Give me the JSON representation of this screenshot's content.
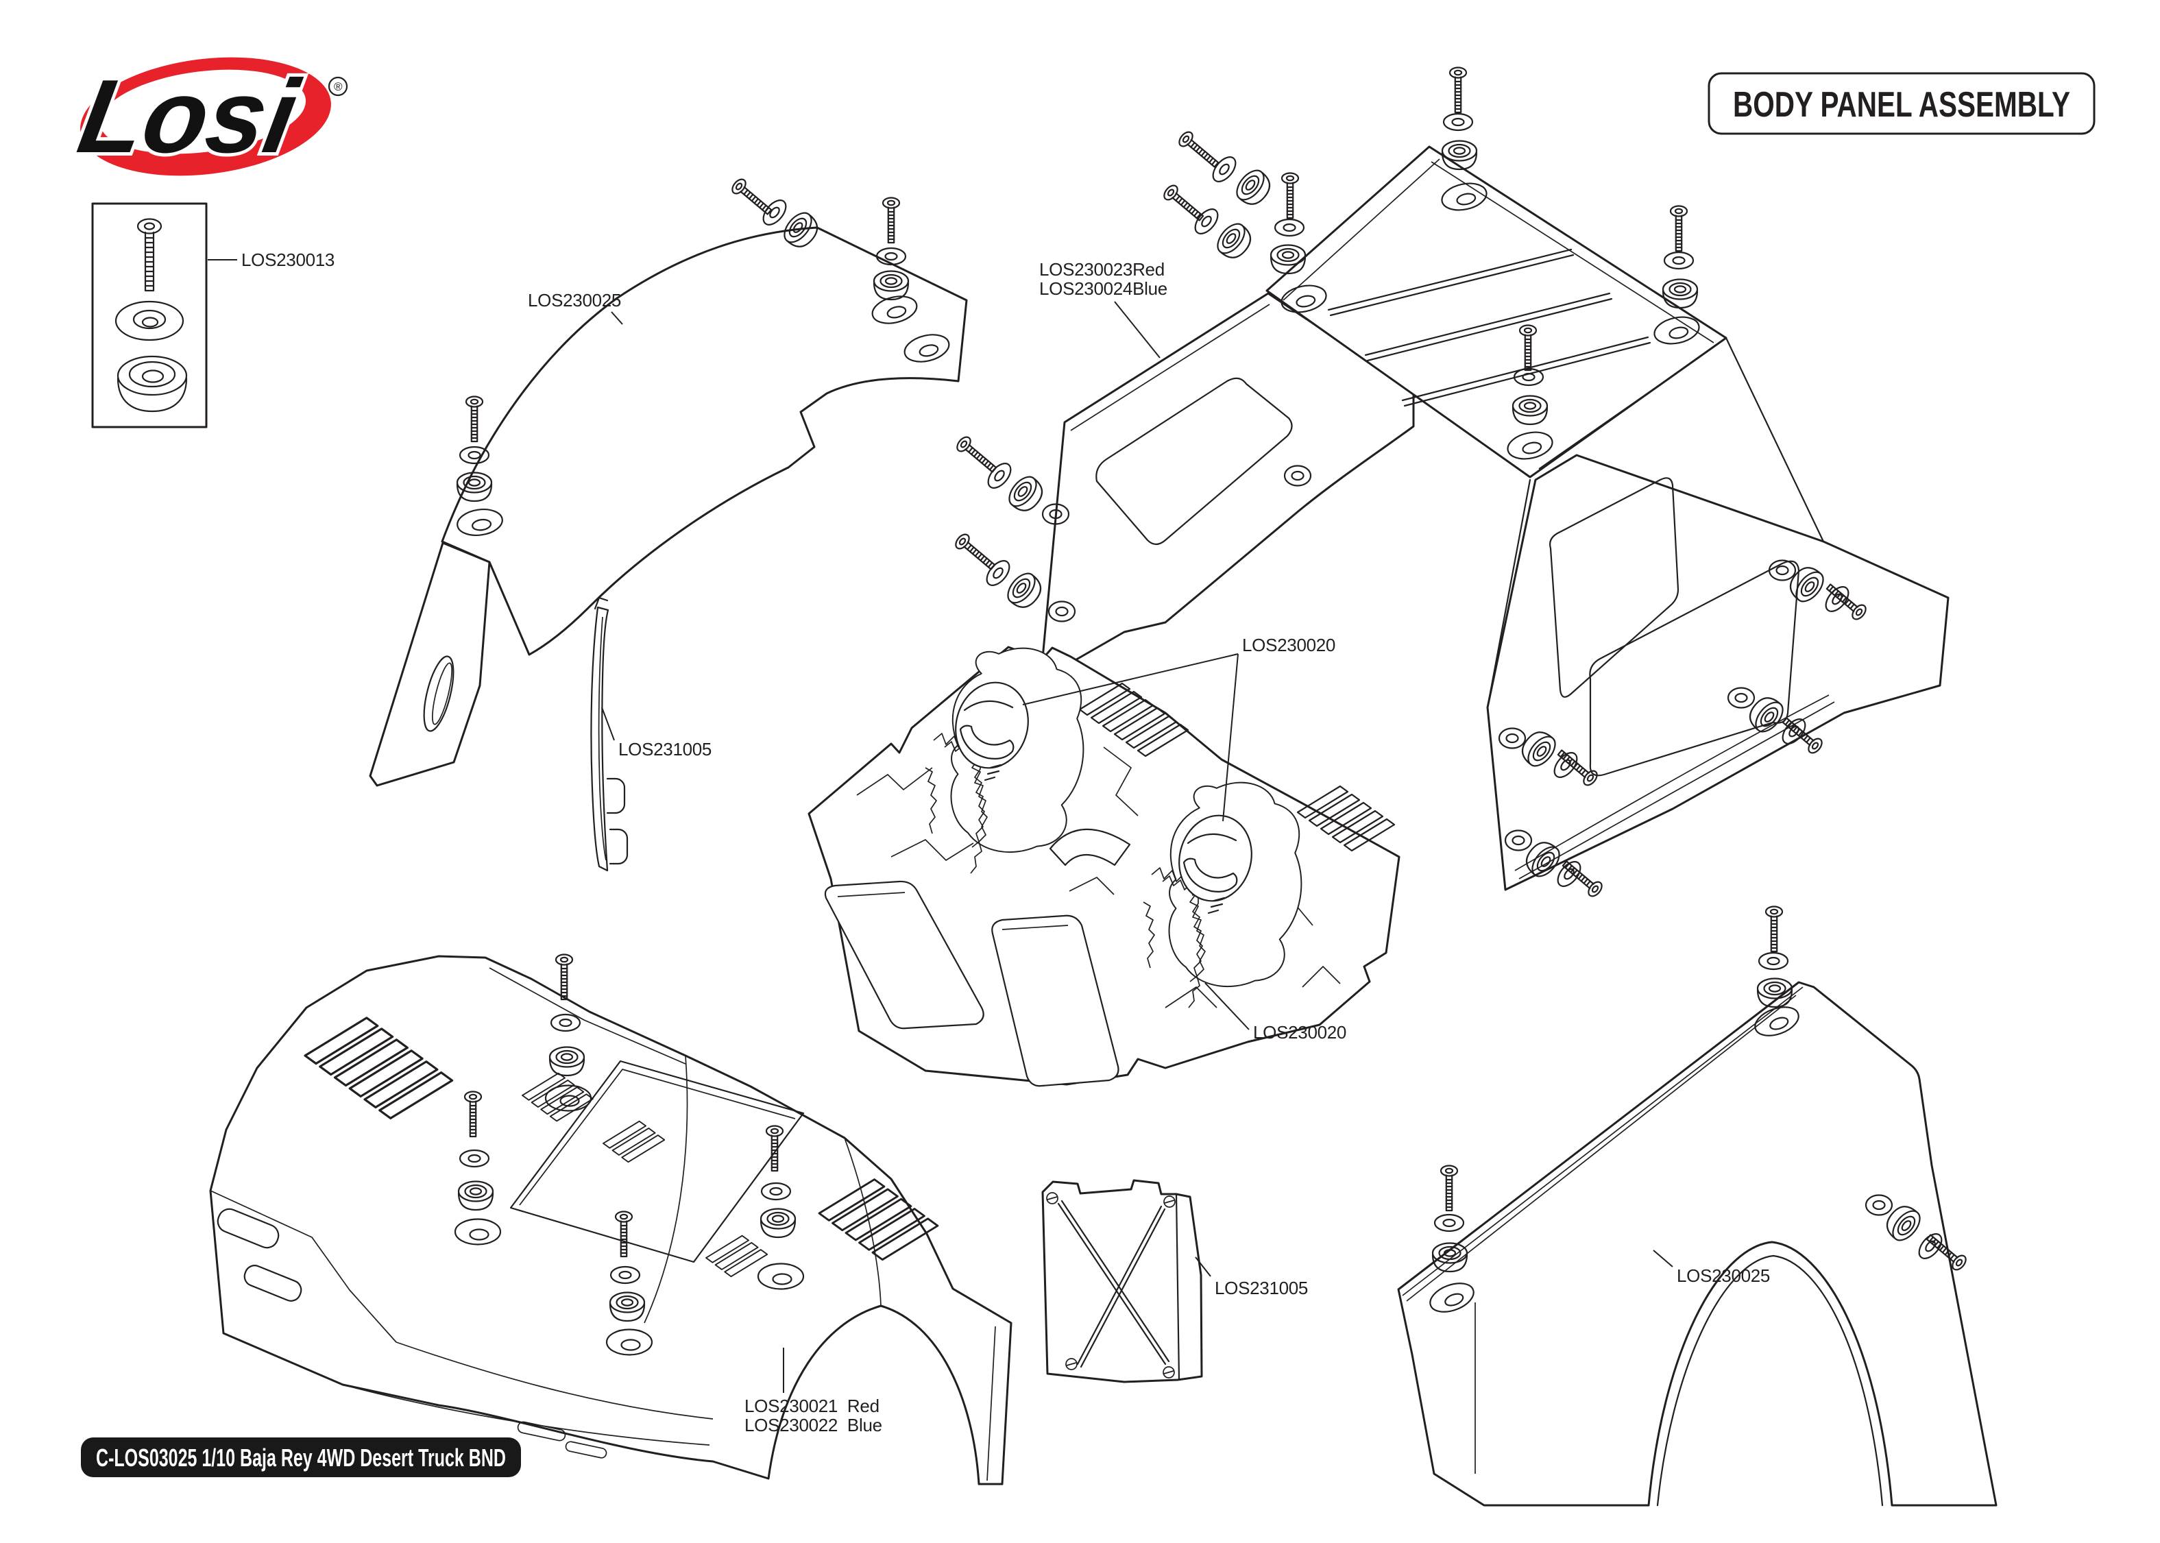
{
  "header": {
    "logo_text": "Losi",
    "logo_registered": "®",
    "title": "BODY PANEL ASSEMBLY"
  },
  "hardware_box": {
    "label": "LOS230013"
  },
  "callouts": {
    "front_fender": "LOS230025",
    "cab_red": "LOS230023Red",
    "cab_blue": "LOS230024Blue",
    "interior_top": "LOS230020",
    "windshield": "LOS231005",
    "interior_bottom": "LOS230020",
    "front_body_red": "LOS230021  Red",
    "front_body_blue": "LOS230022  Blue",
    "rear_panel": "LOS231005",
    "rear_fender": "LOS230025"
  },
  "footer": {
    "kit_code": "C-LOS03025 1/10 Baja Rey 4WD Desert Truck BND"
  },
  "colors": {
    "line": "#231f20",
    "logo_red": "#e8222a",
    "footer_bg": "#191919",
    "paper": "#ffffff"
  }
}
